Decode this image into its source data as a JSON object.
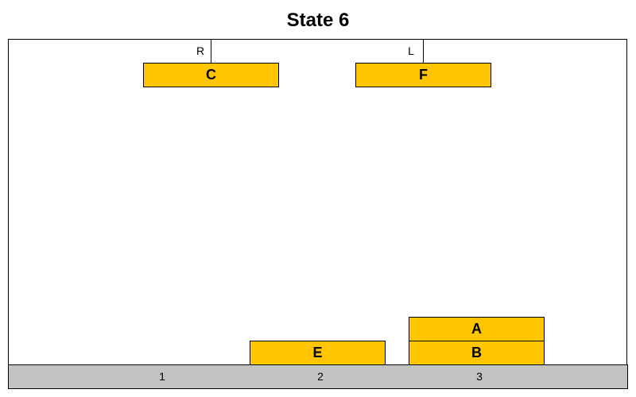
{
  "title": "State 6",
  "positions": [
    "1",
    "2",
    "3"
  ],
  "arms": [
    {
      "id": "R",
      "holding": "C"
    },
    {
      "id": "L",
      "holding": "F"
    }
  ],
  "stacks": {
    "1": [],
    "2": [
      "E"
    ],
    "3": [
      "B",
      "A"
    ]
  },
  "colors": {
    "block_fill": "#ffc600",
    "table_fill": "#c3c3c3"
  }
}
